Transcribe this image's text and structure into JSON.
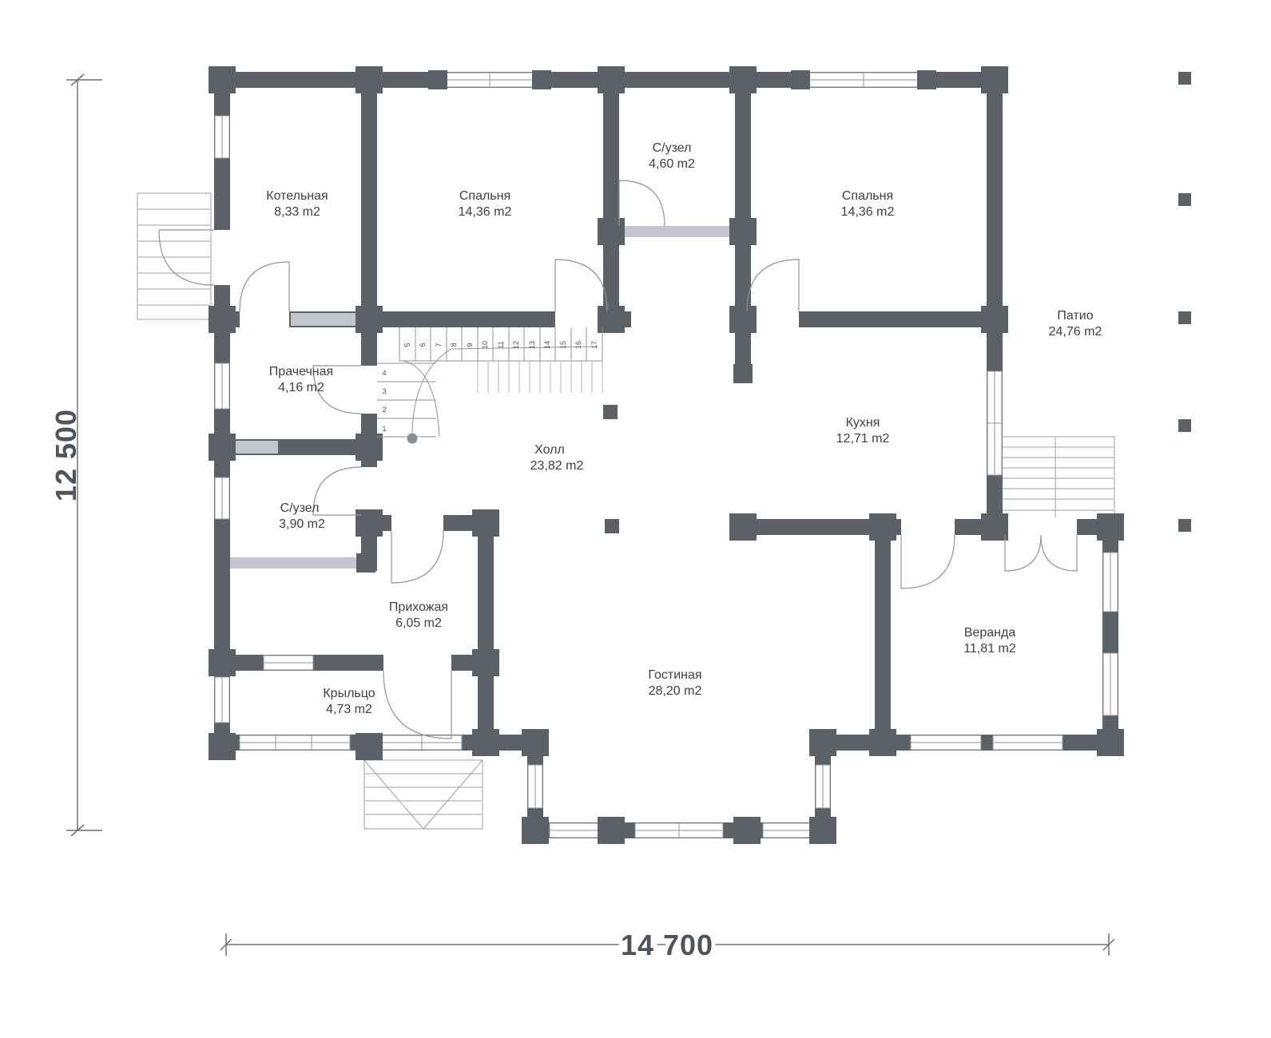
{
  "plan": {
    "dim_height": "12 500",
    "dim_width": "14 700"
  },
  "rooms": {
    "kotelnaya": {
      "name": "Котельная",
      "area": "8,33 m2"
    },
    "spalnya1": {
      "name": "Спальня",
      "area": "14,36 m2"
    },
    "suzel1": {
      "name": "С/узел",
      "area": "4,60 m2"
    },
    "spalnya2": {
      "name": "Спальня",
      "area": "14,36 m2"
    },
    "patio": {
      "name": "Патио",
      "area": "24,76 m2"
    },
    "prachechnaya": {
      "name": "Прачечная",
      "area": "4,16 m2"
    },
    "kuhnya": {
      "name": "Кухня",
      "area": "12,71 m2"
    },
    "holl": {
      "name": "Холл",
      "area": "23,82 m2"
    },
    "suzel2": {
      "name": "С/узел",
      "area": "3,90 m2"
    },
    "prihozhaya": {
      "name": "Прихожая",
      "area": "6,05 m2"
    },
    "krylco": {
      "name": "Крыльцо",
      "area": "4,73 m2"
    },
    "gostinaya": {
      "name": "Гостиная",
      "area": "28,20 m2"
    },
    "veranda": {
      "name": "Веранда",
      "area": "11,81 m2"
    }
  },
  "stairs": {
    "numbers": [
      "1",
      "2",
      "3",
      "4",
      "5",
      "6",
      "7",
      "8",
      "9",
      "10",
      "11",
      "12",
      "13",
      "14",
      "15",
      "16",
      "17"
    ]
  },
  "colors": {
    "wall": "#5c6168",
    "light_wall": "#c3c7cd",
    "line": "#8f959b",
    "stair_line": "#9aa0a6",
    "text": "#3d4247",
    "dim": "#4f545a"
  }
}
